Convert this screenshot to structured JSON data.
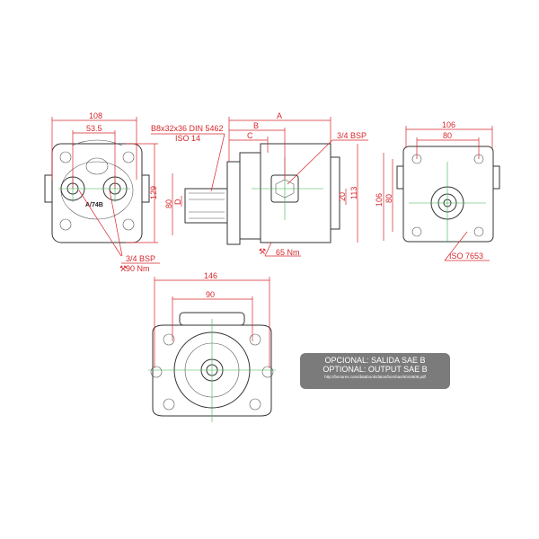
{
  "front_view": {
    "width": "108",
    "bolt_spacing": "53.5",
    "height": "129",
    "port": "3/4 BSP",
    "torque": "90 Nm",
    "marking": "A/74B"
  },
  "side_view": {
    "dim_a": "A",
    "dim_b": "B",
    "dim_c": "C",
    "dim_d": "D",
    "shaft_spec": "B8x32x36 DIN 5462",
    "shaft_iso": "ISO 14",
    "port": "3/4 BSP",
    "pilot": "80",
    "height": "113",
    "port_offset": "20",
    "torque": "65 Nm"
  },
  "rear_view": {
    "width": "106",
    "bolt_spacing": "80",
    "height": "106",
    "inner": "80",
    "standard": "ISO 7653"
  },
  "bottom_view": {
    "width": "146",
    "bolt_spacing": "90"
  },
  "note": {
    "line1": "OPCIONAL: SALIDA SAE B",
    "line2": "OPTIONAL: OUTPUT SAE B",
    "url": "http://bezares.com/databook/datos/bombas/6044608.pdf"
  }
}
